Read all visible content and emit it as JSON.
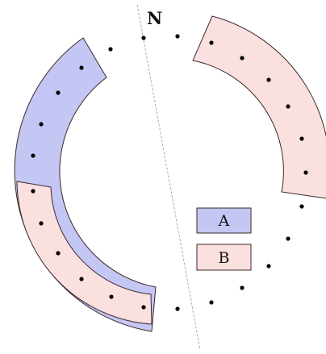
{
  "north_label": "N",
  "legend": [
    {
      "label": "A",
      "color": "#c4c6f3"
    },
    {
      "label": "B",
      "color": "#fbe0e0"
    }
  ],
  "colors": {
    "stroke": "#3a2a2a",
    "axis": "#aaaaaa",
    "dot": "#000000"
  }
}
